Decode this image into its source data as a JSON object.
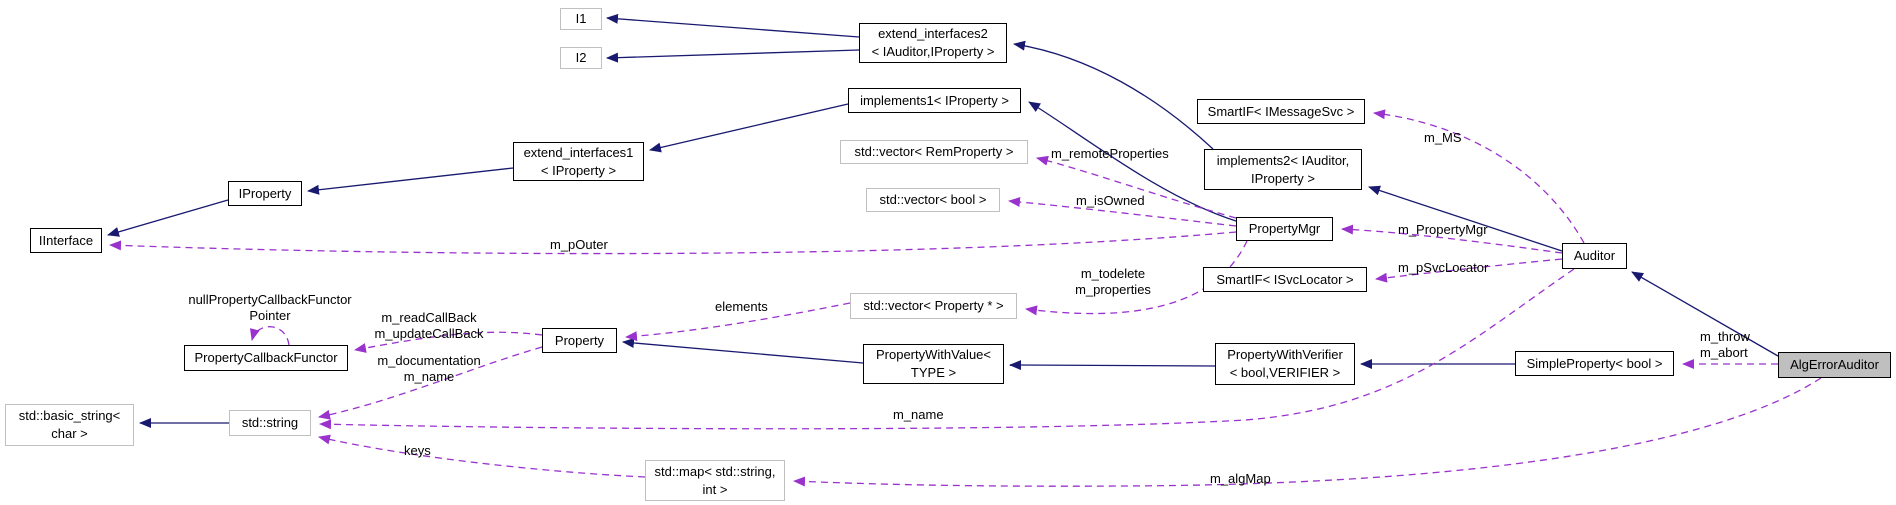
{
  "diagram": {
    "kind": "class-collaboration-graph",
    "colors": {
      "inheritance_edge": "#191970",
      "usage_edge": "#9a32cd",
      "node_border": "#000000",
      "external_node_border": "#c0c0c0",
      "current_node_fill": "#bfbfbf",
      "background": "#ffffff"
    },
    "nodes": {
      "i1": {
        "label": "I1"
      },
      "i2": {
        "label": "I2"
      },
      "extend_interfaces2": {
        "label": "extend_interfaces2\n< IAuditor,IProperty >"
      },
      "implements1": {
        "label": "implements1< IProperty >"
      },
      "vector_remproperty": {
        "label": "std::vector< RemProperty >"
      },
      "vector_bool": {
        "label": "std::vector< bool >"
      },
      "extend_interfaces1": {
        "label": "extend_interfaces1\n< IProperty >"
      },
      "iproperty": {
        "label": "IProperty"
      },
      "iinterface": {
        "label": "IInterface"
      },
      "smartif_imessagesvc": {
        "label": "SmartIF< IMessageSvc >"
      },
      "implements2": {
        "label": "implements2< IAuditor,\nIProperty >"
      },
      "propertymgr": {
        "label": "PropertyMgr"
      },
      "smartif_isvclocator": {
        "label": "SmartIF< ISvcLocator >"
      },
      "auditor": {
        "label": "Auditor"
      },
      "algerrorauditor": {
        "label": "AlgErrorAuditor"
      },
      "simpleproperty_bool": {
        "label": "SimpleProperty< bool >"
      },
      "propertywithverifier": {
        "label": "PropertyWithVerifier\n< bool,VERIFIER >"
      },
      "propertywithvalue": {
        "label": "PropertyWithValue<\nTYPE >"
      },
      "property": {
        "label": "Property"
      },
      "propertycallbackfunctor": {
        "label": "PropertyCallbackFunctor"
      },
      "std_string": {
        "label": "std::string"
      },
      "std_basic_string": {
        "label": "std::basic_string<\nchar >"
      },
      "vector_property_ptr": {
        "label": "std::vector< Property * >"
      },
      "map_string_int": {
        "label": "std::map< std::string,\nint >"
      }
    },
    "edge_labels": {
      "m_ms": "m_MS",
      "m_remoteproperties": "m_remoteProperties",
      "m_isowned": "m_isOwned",
      "m_pouter": "m_pOuter",
      "m_propertymgr": "m_PropertyMgr",
      "m_psvclocator": "m_pSvcLocator",
      "m_todelete_properties": "m_todelete\nm_properties",
      "elements": "elements",
      "null_functor_pointer": "nullPropertyCallbackFunctor\nPointer",
      "m_read_update_callback": "m_readCallBack\nm_updateCallBack",
      "m_documentation_name": "m_documentation\nm_name",
      "m_name": "m_name",
      "keys": "keys",
      "m_algmap": "m_algMap",
      "m_throw_abort": "m_throw\nm_abort"
    }
  }
}
